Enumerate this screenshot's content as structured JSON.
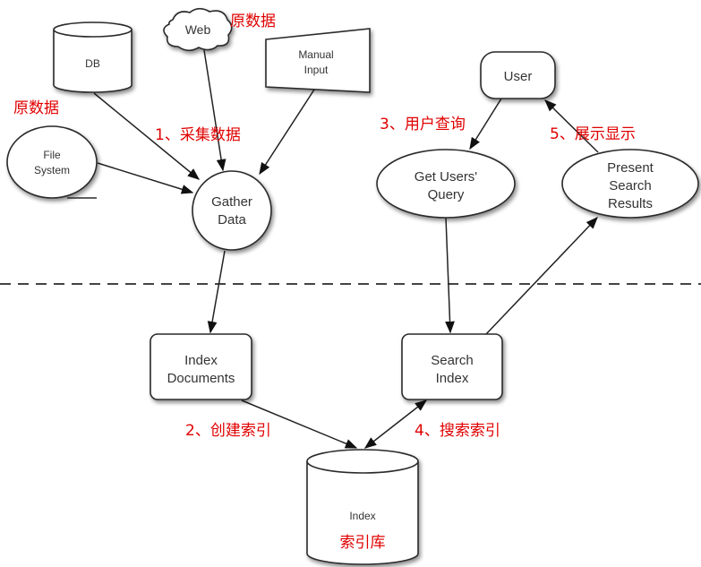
{
  "diagram": {
    "title": "",
    "nodes": {
      "db": {
        "label": "DB",
        "shape": "cylinder"
      },
      "web": {
        "label": "Web",
        "shape": "cloud"
      },
      "manual_input": {
        "line1": "Manual",
        "line2": "Input",
        "shape": "manual-input"
      },
      "file_system": {
        "line1": "File",
        "line2": "System",
        "shape": "ellipse"
      },
      "gather_data": {
        "line1": "Gather",
        "line2": "Data",
        "shape": "circle"
      },
      "user": {
        "label": "User",
        "shape": "rounded-rect"
      },
      "get_users_query": {
        "line1": "Get Users'",
        "line2": "Query",
        "shape": "ellipse"
      },
      "present_results": {
        "line1": "Present",
        "line2": "Search",
        "line3": "Results",
        "shape": "ellipse"
      },
      "index_documents": {
        "line1": "Index",
        "line2": "Documents",
        "shape": "rounded-rect"
      },
      "search_index": {
        "line1": "Search",
        "line2": "Index",
        "shape": "rounded-rect"
      },
      "index_db": {
        "label": "Index",
        "sublabel": "索引库",
        "shape": "cylinder"
      }
    },
    "annotations": {
      "raw_data_web": "原数据",
      "raw_data_left": "原数据",
      "step1": "1、采集数据",
      "step2": "2、创建索引",
      "step3": "3、用户查询",
      "step4": "4、搜索索引",
      "step5": "5、展示显示"
    },
    "edges": [
      {
        "from": "db",
        "to": "gather_data"
      },
      {
        "from": "web",
        "to": "gather_data"
      },
      {
        "from": "manual_input",
        "to": "gather_data"
      },
      {
        "from": "file_system",
        "to": "gather_data"
      },
      {
        "from": "gather_data",
        "to": "index_documents"
      },
      {
        "from": "index_documents",
        "to": "index_db"
      },
      {
        "from": "search_index",
        "to": "index_db",
        "bidirectional": true
      },
      {
        "from": "user",
        "to": "get_users_query"
      },
      {
        "from": "get_users_query",
        "to": "search_index"
      },
      {
        "from": "search_index",
        "to": "present_results"
      },
      {
        "from": "present_results",
        "to": "user"
      }
    ],
    "colors": {
      "annotation": "#e00000",
      "stroke": "#2a2a2a",
      "text": "#333333"
    }
  }
}
